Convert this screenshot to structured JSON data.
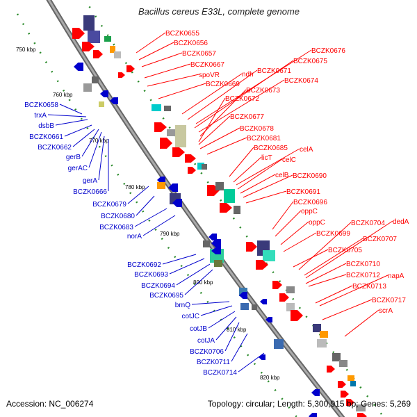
{
  "title": "Bacillus cereus E33L, complete genome",
  "footer": {
    "accession": "Accession: NC_006274",
    "summary": "Topology: circular; Length: 5,300,915 bp; Genes: 5,269"
  },
  "colors": {
    "forward_label": "#ff0000",
    "reverse_label": "#0000cc",
    "backbone": "#888888",
    "tick": "#2a8a2a"
  },
  "scale_ticks": [
    "750 kbp",
    "760 kbp",
    "770 kbp",
    "780 kbp",
    "790 kbp",
    "800 kbp",
    "810 kbp",
    "820 kbp"
  ],
  "forward_genes": [
    "BCZK0655",
    "BCZK0656",
    "BCZK0657",
    "BCZK0667",
    "spoVR",
    "ndh",
    "BCZK0669",
    "BCZK0671",
    "BCZK0676",
    "BCZK0675",
    "BCZK0674",
    "BCZK0673",
    "BCZK0672",
    "BCZK0677",
    "BCZK0678",
    "BCZK0681",
    "BCZK0685",
    "celA",
    "licT",
    "celC",
    "celB",
    "BCZK0690",
    "BCZK0691",
    "BCZK0696",
    "oppC",
    "oppC",
    "BCZK0699",
    "BCZK0704",
    "dedA",
    "BCZK0707",
    "BCZK0705",
    "BCZK0710",
    "BCZK0712",
    "napA",
    "BCZK0713",
    "BCZK0717",
    "scrA"
  ],
  "reverse_genes": [
    "BCZK0658",
    "trxA",
    "dsbB",
    "BCZK0661",
    "BCZK0662",
    "gerB",
    "gerAC",
    "gerA",
    "BCZK0666",
    "BCZK0679",
    "BCZK0680",
    "BCZK0683",
    "norA",
    "BCZK0692",
    "BCZK0693",
    "BCZK0694",
    "BCZK0695",
    "brnQ",
    "cotJC",
    "cotJB",
    "cotJA",
    "BCZK0706",
    "BCZK0711",
    "BCZK0714"
  ]
}
